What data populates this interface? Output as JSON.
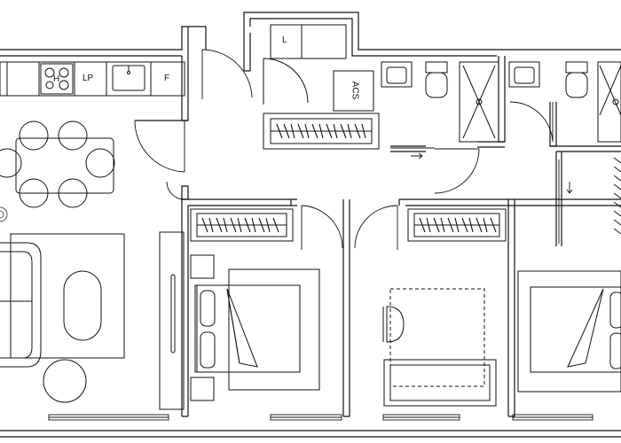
{
  "labels": {
    "hob": "H",
    "dishwasher": "LP",
    "fridge": "F",
    "laundry": "L",
    "water_heater": "ACS"
  },
  "colors": {
    "line": "#111111",
    "floor_fill": "#ffffff",
    "mid_gray": "#777777"
  }
}
